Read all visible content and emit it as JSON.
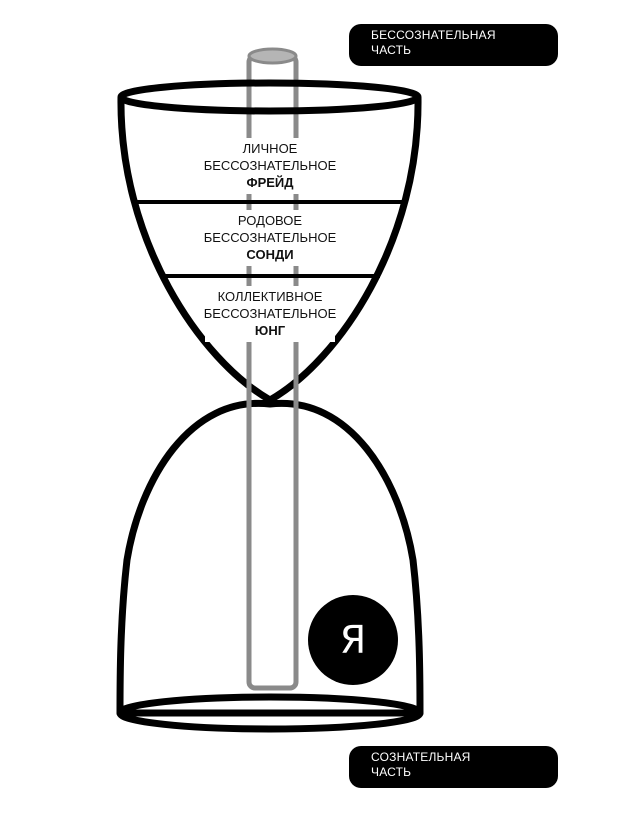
{
  "labels": {
    "unconscious_part": [
      "БЕССОЗНАТЕЛЬНАЯ",
      "ЧАСТЬ"
    ],
    "conscious_part": [
      "СОЗНАТЕЛЬНАЯ",
      "ЧАСТЬ"
    ]
  },
  "layers": [
    {
      "line1": "ЛИЧНОЕ",
      "line2": "БЕССОЗНАТЕЛЬНОЕ",
      "author": "ФРЕЙД"
    },
    {
      "line1": "РОДОВОЕ",
      "line2": "БЕССОЗНАТЕЛЬНОЕ",
      "author": "СОНДИ"
    },
    {
      "line1": "КОЛЛЕКТИВНОЕ",
      "line2": "БЕССОЗНАТЕЛЬНОЕ",
      "author": "ЮНГ"
    }
  ],
  "ego": "Я",
  "colors": {
    "outline": "#000000",
    "tube": "#8a8a8a",
    "tube_cap": "#b5b5b5",
    "pill_bg": "#000000",
    "pill_text": "#ffffff",
    "ego_bg": "#000000",
    "ego_text": "#ffffff"
  }
}
